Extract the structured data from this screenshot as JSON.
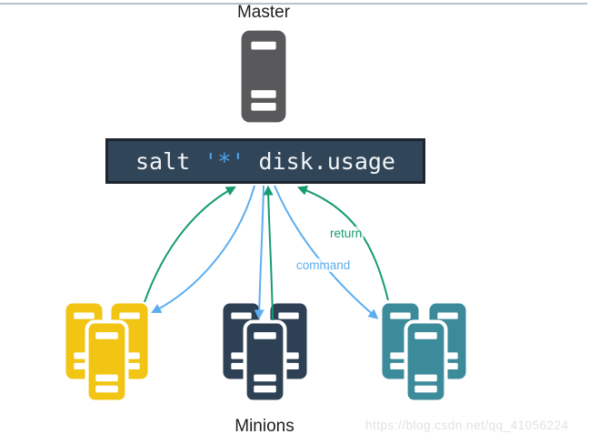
{
  "labels": {
    "master": "Master",
    "minions": "Minions",
    "return_arrow": "return",
    "command_arrow": "command"
  },
  "command_box": {
    "prefix": "salt ",
    "target": "'*'",
    "suffix": " disk.usage"
  },
  "page": {
    "watermark": "https://blog.csdn.net/qq_41056224"
  },
  "colors": {
    "master_gray": "#59585A",
    "minion_yellow": "#F2C414",
    "minion_navy": "#2E4154",
    "minion_teal": "#3C8B9B",
    "arrow_return": "#179B72",
    "arrow_command": "#5CAEEF",
    "box_bg": "#314559",
    "box_border": "#1D262F",
    "box_text": "#F2F4F6",
    "box_target": "#4DA3EA",
    "divider": "#B4C3CD",
    "label_dark": "#1F1F1F",
    "watermark": "#E2E2E2"
  }
}
